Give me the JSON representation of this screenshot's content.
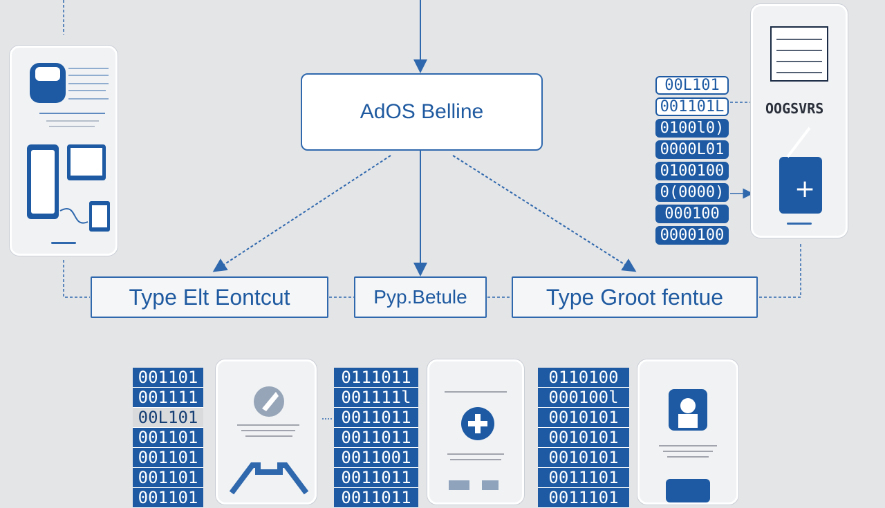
{
  "diagram": {
    "root": {
      "label": "AdOS Belline"
    },
    "types": [
      {
        "label": "Type Elt Eontcut"
      },
      {
        "label": "Pyp.Betule"
      },
      {
        "label": "Type Groot fentue"
      }
    ],
    "side_label": "OOGSVRS",
    "side_binary": [
      "00L101",
      "001101L",
      "0100l0)",
      "0000L01",
      "0100100",
      "0(0000)",
      "000100",
      "0000100"
    ],
    "columns": [
      {
        "rows": [
          "001101",
          "001111",
          "00L101",
          "001101",
          "001101",
          "001101",
          "001101"
        ]
      },
      {
        "rows": [
          "0111011",
          "001111l",
          "0011011",
          "0011011",
          "0011001",
          "0011011",
          "0011011"
        ]
      },
      {
        "rows": [
          "0110100",
          "000100l",
          "0010101",
          "0010101",
          "0010101",
          "0011101",
          "0011101"
        ]
      }
    ],
    "colors": {
      "accent": "#1d5aa3",
      "line": "#2f68ad",
      "background": "#e4e5e7"
    },
    "icons": {
      "phone_left": "phone-screen-icon",
      "phone_right": "phone-note-icon",
      "bottom_phones": [
        "pen-icon",
        "plus-circle-icon",
        "person-icon"
      ]
    }
  }
}
